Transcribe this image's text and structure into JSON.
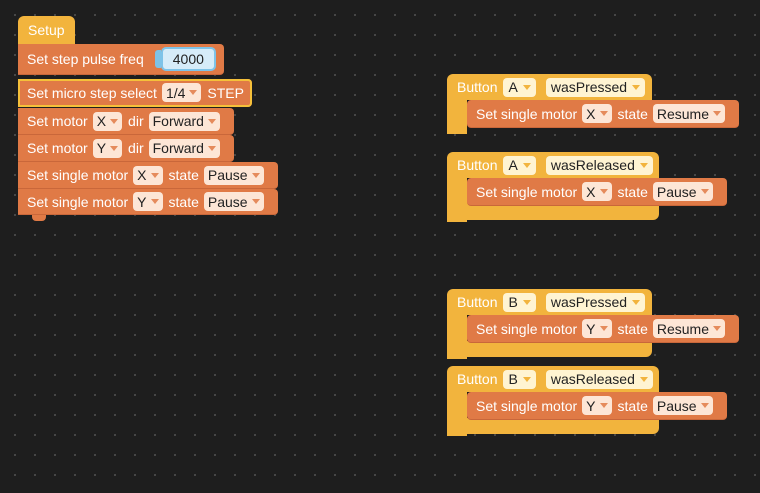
{
  "setup": {
    "hat_label": "Setup",
    "blocks": [
      {
        "text": "Set step pulse freq",
        "value": "4000"
      },
      {
        "text": "Set micro step select",
        "value": "1/4",
        "suffix": "STEP"
      },
      {
        "text": "Set motor",
        "motor": "X",
        "mid": "dir",
        "dir": "Forward"
      },
      {
        "text": "Set motor",
        "motor": "Y",
        "mid": "dir",
        "dir": "Forward"
      },
      {
        "text": "Set single motor",
        "motor": "X",
        "mid": "state",
        "state": "Pause"
      },
      {
        "text": "Set single motor",
        "motor": "Y",
        "mid": "state",
        "state": "Pause"
      }
    ]
  },
  "events": [
    {
      "label": "Button",
      "button": "A",
      "event": "wasPressed",
      "inner": {
        "text": "Set single motor",
        "motor": "X",
        "mid": "state",
        "state": "Resume"
      }
    },
    {
      "label": "Button",
      "button": "A",
      "event": "wasReleased",
      "inner": {
        "text": "Set single motor",
        "motor": "X",
        "mid": "state",
        "state": "Pause"
      }
    },
    {
      "label": "Button",
      "button": "B",
      "event": "wasPressed",
      "inner": {
        "text": "Set single motor",
        "motor": "Y",
        "mid": "state",
        "state": "Resume"
      }
    },
    {
      "label": "Button",
      "button": "B",
      "event": "wasReleased",
      "inner": {
        "text": "Set single motor",
        "motor": "Y",
        "mid": "state",
        "state": "Pause"
      }
    }
  ],
  "colors": {
    "event_block": "#f2b43d",
    "action_block": "#e07a46",
    "number_field": "#7ec3e8"
  }
}
